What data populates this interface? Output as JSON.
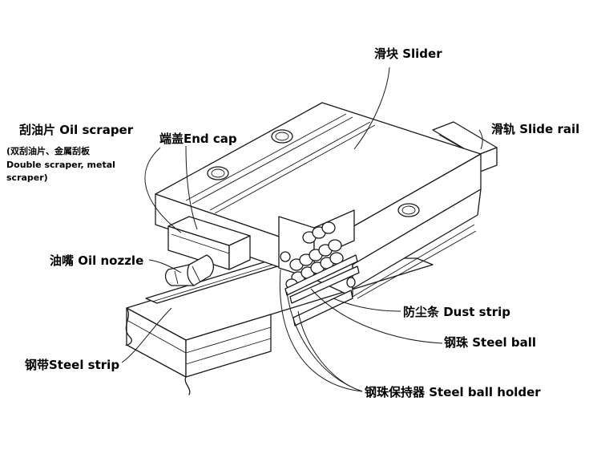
{
  "labels": {
    "slider": "滑块 Slider",
    "slide_rail": "滑轨 Slide rail",
    "oil_scraper": "刮油片 Oil scraper",
    "oil_scraper_note_1": "(双刮油片、金属刮板",
    "oil_scraper_note_2": "Double scraper, metal",
    "oil_scraper_note_3": "scraper)",
    "end_cap": "端盖End cap",
    "oil_nozzle": "油嘴 Oil nozzle",
    "dust_strip": "防尘条 Dust strip",
    "steel_ball": "钢珠 Steel ball",
    "steel_strip": "钢带Steel strip",
    "steel_ball_holder": "钢珠保持器 Steel ball holder"
  },
  "colors": {
    "line": "#1a1a1a",
    "background": "#ffffff"
  }
}
